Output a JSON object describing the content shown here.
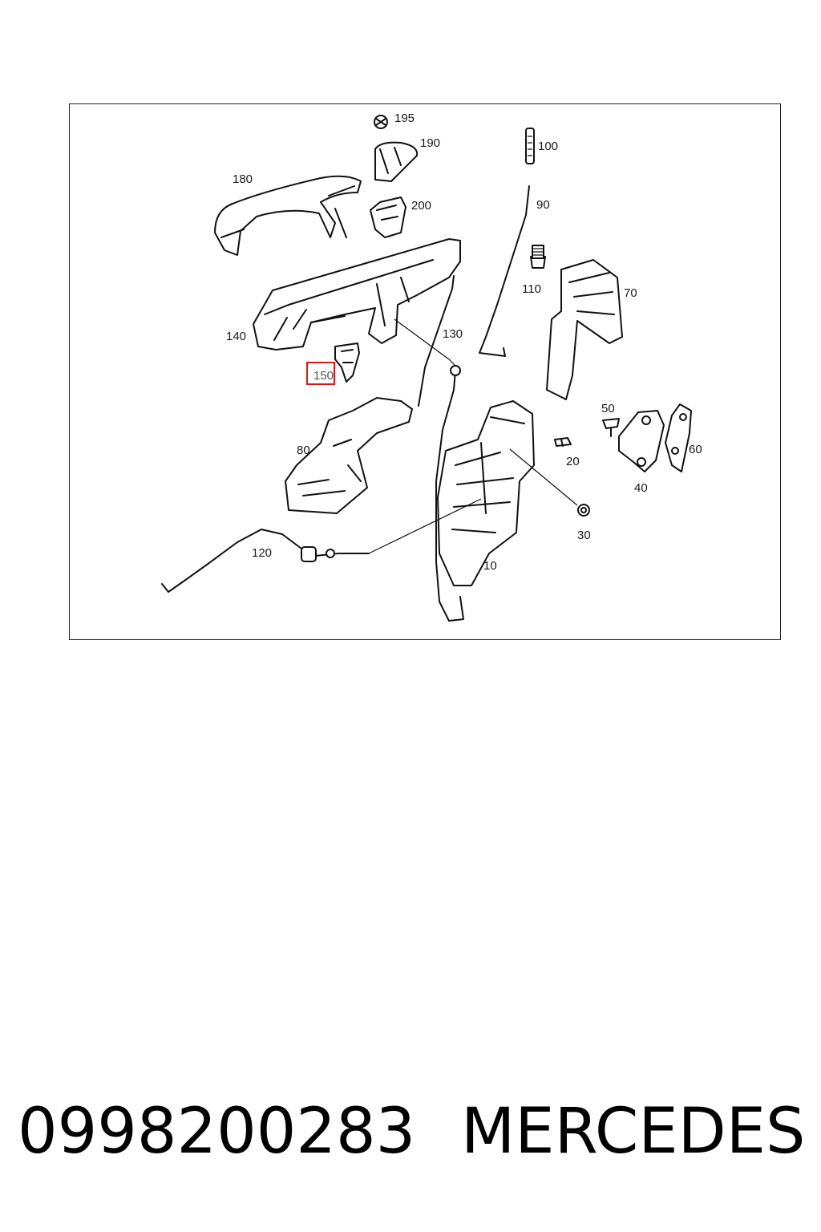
{
  "diagram": {
    "labels": {
      "l195": "195",
      "l190": "190",
      "l100": "100",
      "l180": "180",
      "l200": "200",
      "l90": "90",
      "l110": "110",
      "l70": "70",
      "l140": "140",
      "l130": "130",
      "l150": "150",
      "l50": "50",
      "l80": "80",
      "l20": "20",
      "l60": "60",
      "l40": "40",
      "l30": "30",
      "l120": "120",
      "l10": "10"
    },
    "highlighted_part": "150",
    "highlight_color": "#d01818"
  },
  "caption": {
    "part_number": "0998200283",
    "brand": "MERCEDES"
  }
}
